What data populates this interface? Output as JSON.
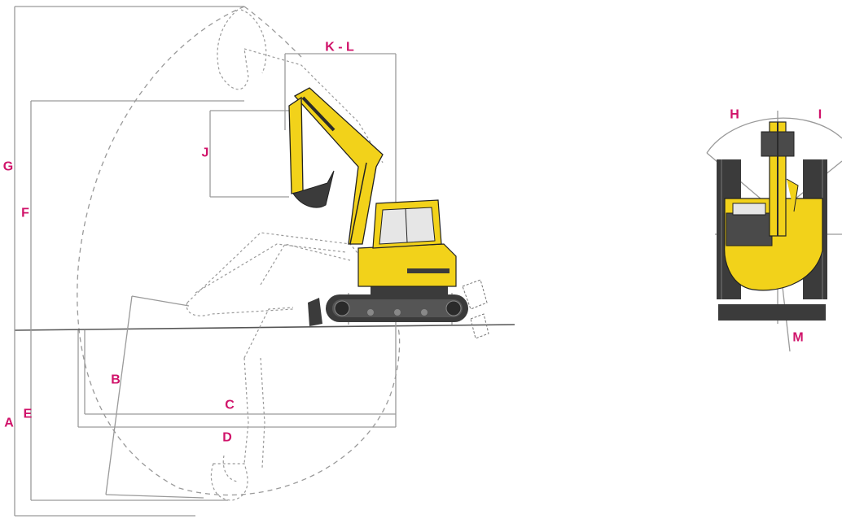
{
  "labels": {
    "A": "A",
    "B": "B",
    "C": "C",
    "D": "D",
    "E": "E",
    "F": "F",
    "G": "G",
    "H": "H",
    "I": "I",
    "J": "J",
    "KL": "K - L",
    "M": "M"
  },
  "colors": {
    "label": "#d0136a",
    "machine_body": "#f2d21a",
    "machine_dark": "#3b3b3b",
    "dimension_line": "#9a9a9a"
  }
}
